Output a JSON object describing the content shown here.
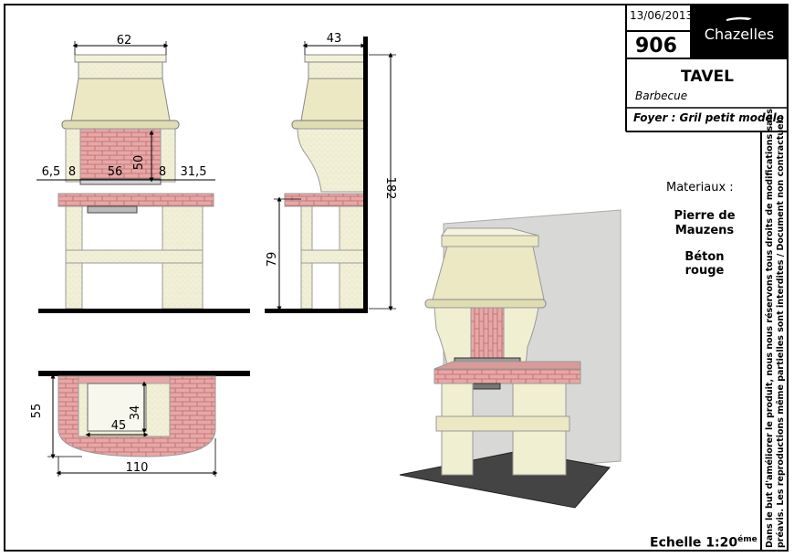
{
  "title_block": {
    "date": "13/06/2013",
    "ref": "906",
    "brand": "Chazelles",
    "model": "TAVEL",
    "product_type": "Barbecue",
    "foyer": "Foyer : Gril petit modele"
  },
  "materials": {
    "heading": "Materiaux :",
    "item1": "Pierre de Mauzens",
    "item2": "Béton rouge"
  },
  "scale": {
    "label": "Echelle 1:20",
    "suffix": "éme"
  },
  "disclaimer": {
    "line1": "Dans le but d'améliorer le produit, nous nous réservons tous droits de modifications sans",
    "line2": "préavis. Les reproductions même partielles sont interdites / Document non contractuel."
  },
  "dimensions": {
    "front_width": "62",
    "left_margin": "6,5",
    "side_gap_left": "8",
    "fire_width": "56",
    "side_gap_right": "8",
    "shelf_right": "31,5",
    "fire_height": "50",
    "side_depth": "43",
    "total_height": "182",
    "worktop_height": "79",
    "plan_depth": "55",
    "plan_inner_w": "45",
    "plan_inner_d": "34",
    "plan_total_w": "110"
  },
  "colors": {
    "stone": "#f1efd2",
    "stone_dark": "#e2dfb8",
    "brick": "#e8a7a7",
    "brick_line": "#b76a6a",
    "wall": "#d8d8d6",
    "floor": "#444444"
  }
}
